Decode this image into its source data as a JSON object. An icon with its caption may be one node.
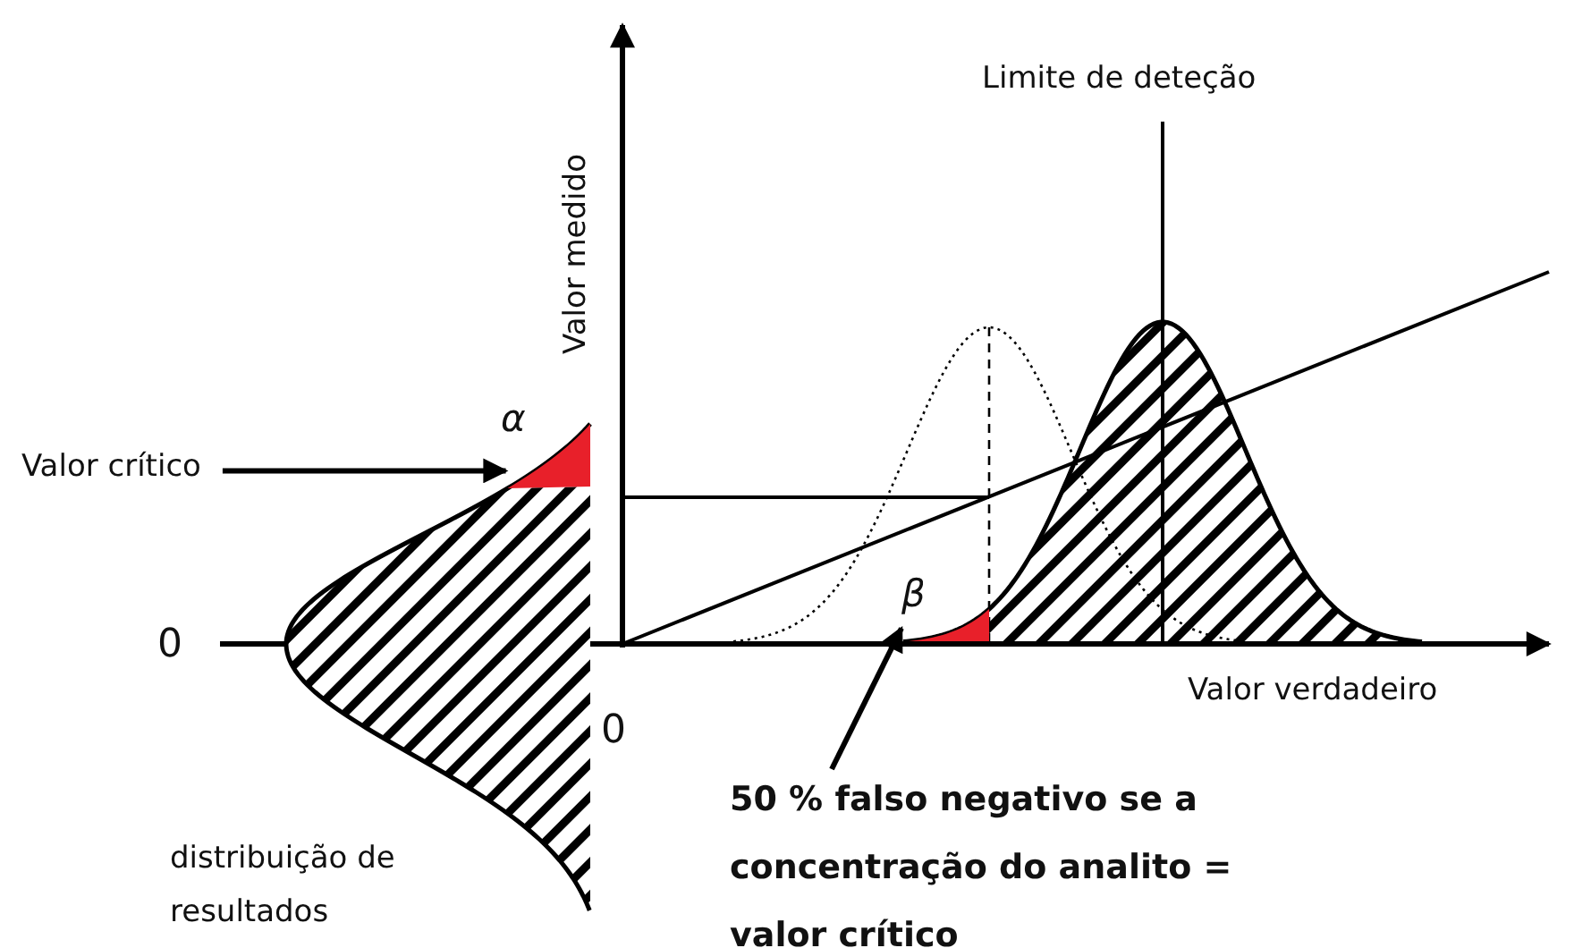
{
  "diagram": {
    "nodes": [
      {
        "text": [
          "Valor crítico"
        ]
      },
      {
        "text": [
          "50 % falso negativo se a concentração do analito = valor crítico"
        ]
      },
      {
        "text": [],
        "shape": "wedge"
      },
      {
        "text": [],
        "shape": "wedge"
      }
    ],
    "edges": [
      {
        "from": 0,
        "to": 2,
        "arrow": "to"
      },
      {
        "from": 1,
        "to": 3,
        "arrow": "to"
      }
    ],
    "labels": [
      "Limite de deteção",
      "Valor medido",
      "α",
      "0",
      "β",
      "Valor verdadeiro",
      "0",
      "distribuição de resultados"
    ]
  }
}
